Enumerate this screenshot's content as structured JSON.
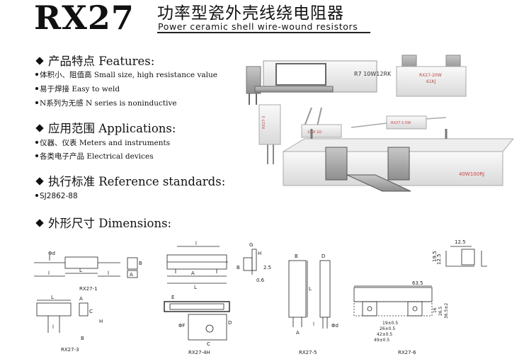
{
  "header": {
    "model": "RX27",
    "title_cn": "功率型瓷外壳线绕电阻器",
    "title_en": "Power ceramic shell wire-wound resistors"
  },
  "features": {
    "heading": "产品特点 Features:",
    "items": [
      "体积小、阻值高 Small size, high resistance value",
      "易于焊接 Easy to weld",
      "N系列为无感 N series is noninductive"
    ]
  },
  "applications": {
    "heading": "应用范围 Applications:",
    "items": [
      "仪器、仪表 Meters and instruments",
      "各类电子产品 Electrical devices"
    ]
  },
  "standards": {
    "heading": "执行标准 Reference standards:",
    "items": [
      "SJ2862-88"
    ]
  },
  "dimensions": {
    "heading": "外形尺寸 Dimensions:"
  },
  "photo_labels": {
    "p1": "R7 10W12RK",
    "p2a": "RX27-20W",
    "p2b": "61KJ",
    "p3": "RX27-3",
    "p4": "10W 1Ω",
    "p5": "RX27-1-5W",
    "p6": "40W100RJ"
  },
  "drawings": {
    "rx27_1": "RX27-1",
    "rx27_3": "RX27-3",
    "rx27_4h": "RX27-4H",
    "rx27_5": "RX27-5",
    "rx27_6": "RX27-6",
    "phi_d": "Φd",
    "phi_f": "ΦF",
    "l": "l",
    "L": "L",
    "A": "A",
    "B": "B",
    "C": "C",
    "D": "D",
    "E": "E",
    "G": "G",
    "H": "H",
    "dim_2_5": "2.5",
    "dim_0_6": "0.6",
    "dim_12_5": "12.5",
    "dim_19_5": "19.5",
    "dim_63_5": "63.5",
    "dim_19": "19±0.5",
    "dim_26": "26±0.5",
    "dim_42": "42±0.5",
    "dim_49": "49±0.5",
    "dim_16": "16",
    "dim_26_5": "26.5",
    "dim_36_5": "36.5±2"
  }
}
